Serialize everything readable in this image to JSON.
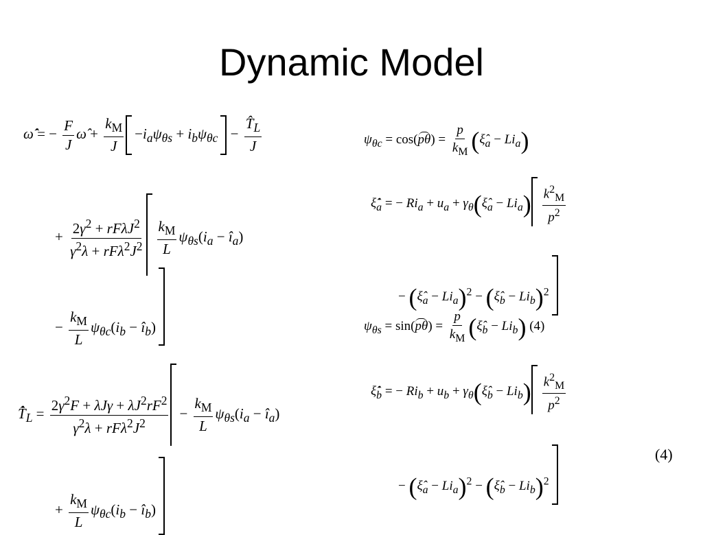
{
  "slide": {
    "title": "Dynamic Model"
  },
  "equations": {
    "omega_dot": {
      "line1": "ω̇̂ = − F/J ω̂ + k_M/J [ −i_a ψ_θs + i_b ψ_θc ] − T̂_L/J",
      "line2": "+ (2γ² + rFλJ²)/(γ²λ + rFλ²J²) [ k_M/L ψ_θs (i_a − î_a)",
      "line3": "− k_M/L ψ_θc (i_b − î_b) ]"
    },
    "TL_dot": {
      "line1": "T̂̇_L = (2γ²F + λJγ + λJ²rF²)/(γ²λ + rFλ²J²) [ − k_M/L ψ_θs (i_a − î_a)",
      "line2": "+ k_M/L ψ_θc (i_b − î_b) ]"
    },
    "psi_c": "ψ_θc = cos(pθ)^ = p/k_M (ξ̂_a − L i_a)",
    "xi_a_dot": {
      "line1": "ξ̂̇_a = − R i_a + u_a + γ_θ (ξ̂_a − L i_a) [ k_M²/p²",
      "line2": "− (ξ̂_a − L i_a)² − (ξ̂_b − L i_b)² ]"
    },
    "psi_s": "ψ_θs = sin(pθ)^ = p/k_M (ξ̂_b − L i_b) (4)",
    "xi_b_dot": {
      "line1": "ξ̂̇_b = − R i_b + u_b + γ_θ (ξ̂_b − L i_b) [ k_M²/p²",
      "line2": "− (ξ̂_a − L i_a)² − (ξ̂_b − L i_b)² ]"
    },
    "number": "(4)"
  }
}
